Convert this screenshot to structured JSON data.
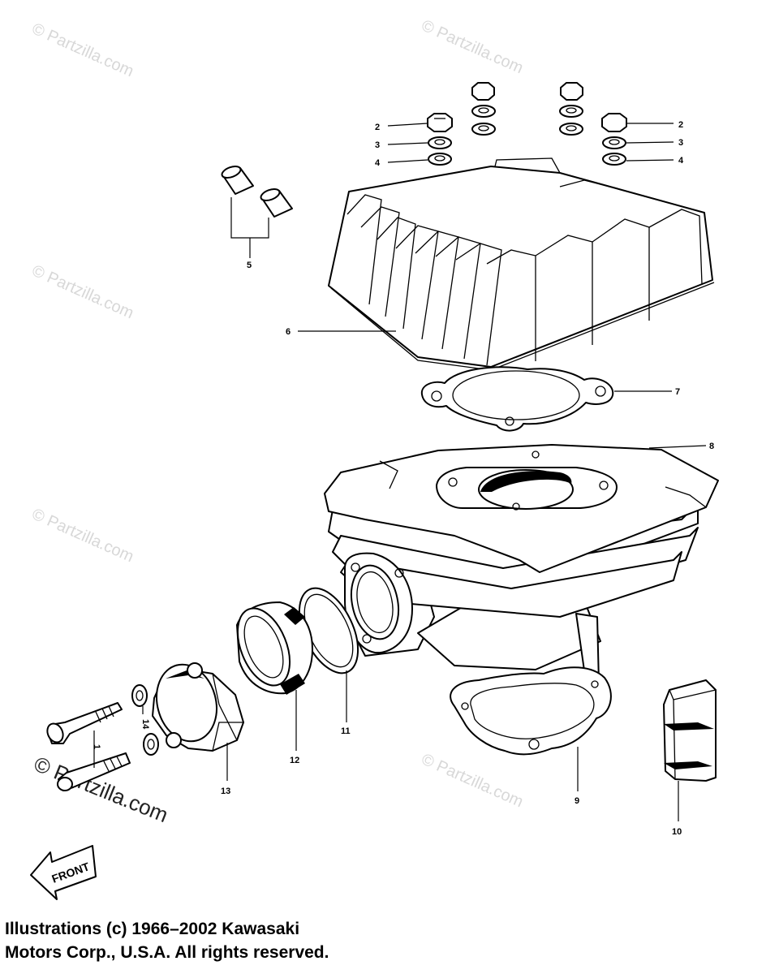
{
  "watermark": {
    "text": "© Partzilla.com",
    "large_text": "© Partzilla.com"
  },
  "callouts": {
    "n1": "1",
    "n2a": "2",
    "n2b": "2",
    "n3a": "3",
    "n3b": "3",
    "n4a": "4",
    "n4b": "4",
    "n5": "5",
    "n6": "6",
    "n7": "7",
    "n8": "8",
    "n9": "9",
    "n10": "10",
    "n11": "11",
    "n12": "12",
    "n13": "13",
    "n14": "14"
  },
  "front_arrow": {
    "label": "FRONT"
  },
  "copyright": {
    "line1": "Illustrations (c) 1966–2002 Kawasaki",
    "line2": "Motors Corp., U.S.A.  All rights reserved."
  }
}
